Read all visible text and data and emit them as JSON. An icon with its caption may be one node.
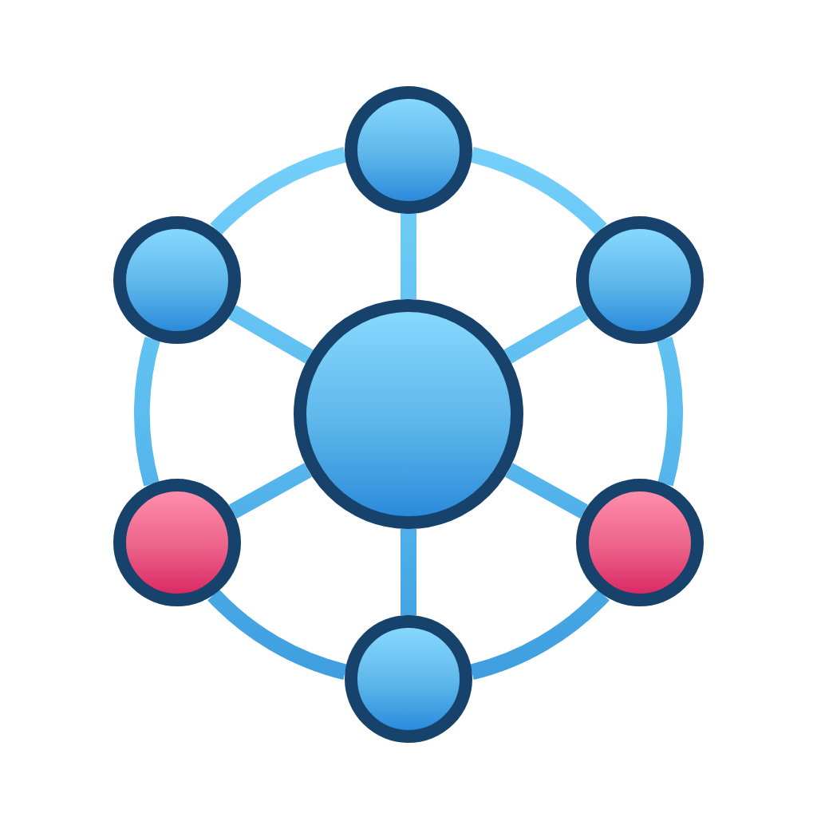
{
  "diagram": {
    "nodes": [
      {
        "text": [],
        "shape": "circle"
      },
      {
        "text": [],
        "shape": "circle"
      },
      {
        "text": [],
        "shape": "circle"
      },
      {
        "text": [],
        "shape": "circle"
      },
      {
        "text": [],
        "shape": "circle"
      },
      {
        "text": [],
        "shape": "circle"
      },
      {
        "text": [],
        "shape": "circle"
      }
    ],
    "edges": [
      {
        "from": 3,
        "to": 0,
        "arrow": "none"
      },
      {
        "from": 3,
        "to": 1,
        "arrow": "none"
      },
      {
        "from": 3,
        "to": 2,
        "arrow": "none"
      },
      {
        "from": 3,
        "to": 4,
        "arrow": "none"
      },
      {
        "from": 3,
        "to": 5,
        "arrow": "none"
      },
      {
        "from": 3,
        "to": 6,
        "arrow": "none"
      },
      {
        "from": 0,
        "to": 2,
        "arrow": "none"
      },
      {
        "from": 2,
        "to": 5,
        "arrow": "none"
      },
      {
        "from": 5,
        "to": 6,
        "arrow": "none"
      },
      {
        "from": 6,
        "to": 4,
        "arrow": "none"
      },
      {
        "from": 4,
        "to": 1,
        "arrow": "none"
      },
      {
        "from": 1,
        "to": 0,
        "arrow": "none"
      }
    ]
  }
}
